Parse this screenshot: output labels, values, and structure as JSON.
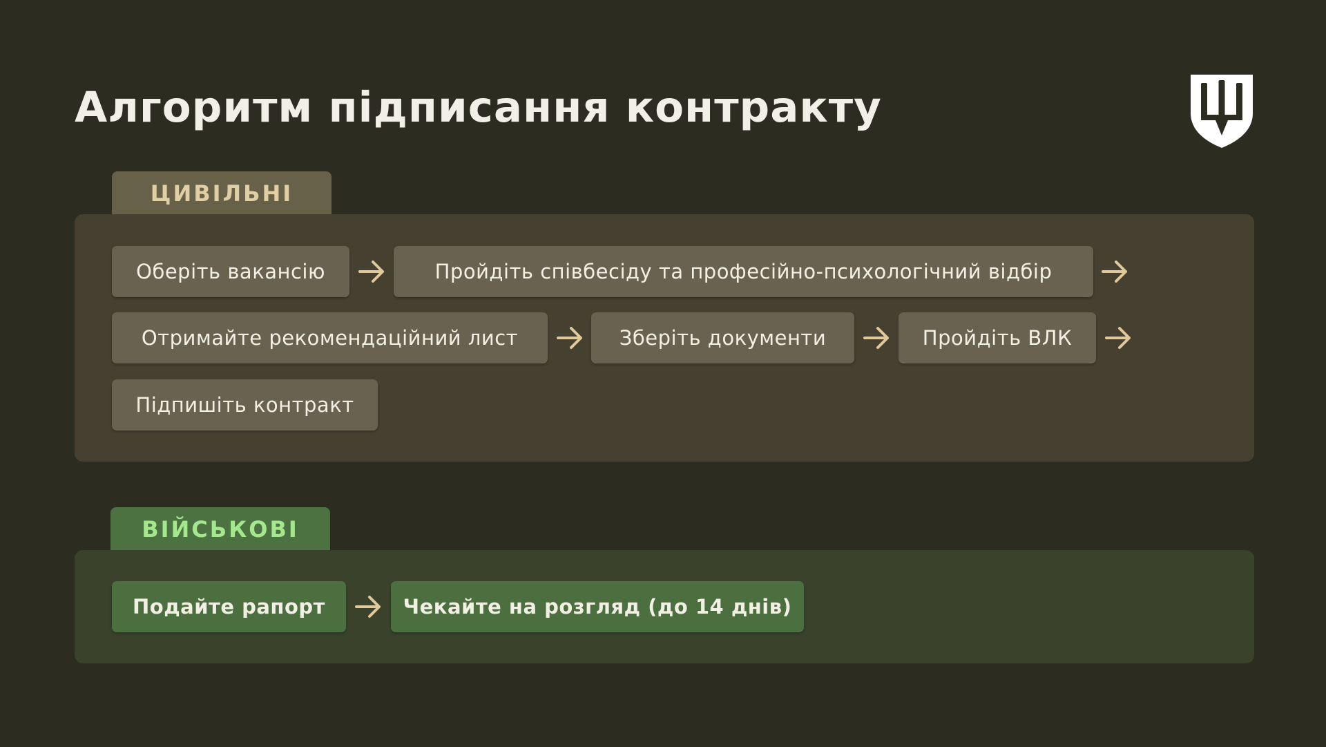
{
  "title": "Алгоритм підписання контракту",
  "emblem_icon": "trident-shield-icon",
  "colors": {
    "background": "#2d2c20",
    "civil_accent": "#e0cfa4",
    "military_accent": "#a4e88d",
    "arrow": "#e0c99a"
  },
  "sections": {
    "civil": {
      "label": "ЦИВІЛЬНІ",
      "steps": [
        "Оберіть вакансію",
        "Пройдіть співбесіду та професійно-психологічний відбір",
        "Отримайте рекомендаційний лист",
        "Зберіть документи",
        "Пройдіть ВЛК",
        "Підпишіть контракт"
      ]
    },
    "military": {
      "label": "ВІЙСЬКОВІ",
      "steps": [
        "Подайте рапорт",
        "Чекайте на розгляд (до 14 днів)"
      ]
    }
  }
}
